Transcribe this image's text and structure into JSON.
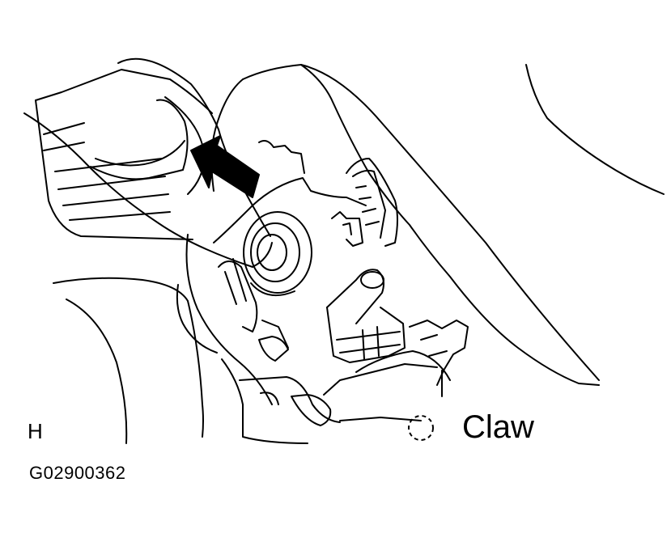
{
  "labels": {
    "view_letter": "H",
    "legend_text": "Claw",
    "figure_code": "G02900362"
  },
  "legend": {
    "symbol": "dashed-circle",
    "stroke_color": "#000000"
  },
  "colors": {
    "line": "#000000",
    "background": "#ffffff"
  }
}
